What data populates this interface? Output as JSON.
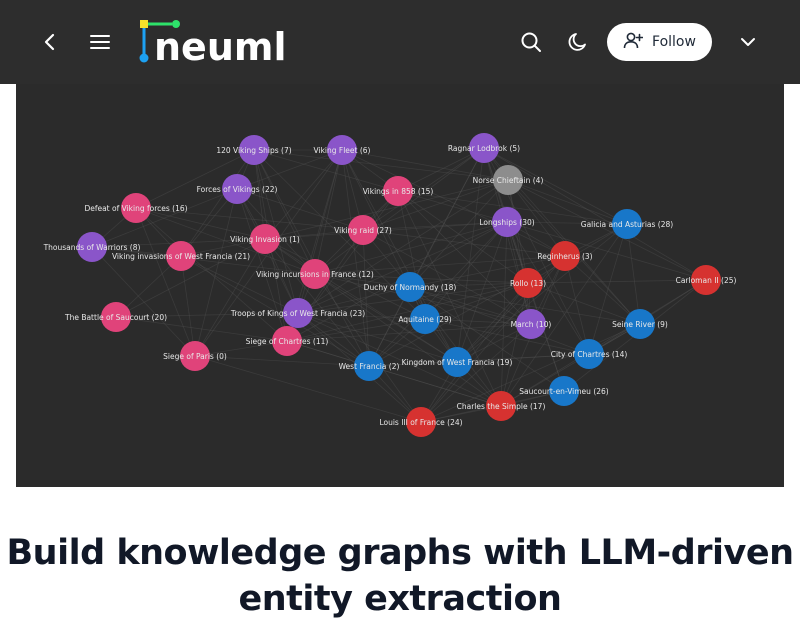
{
  "header": {
    "brand": "neuml",
    "follow_label": "Follow",
    "colors": {
      "bar": "#2d2d2d",
      "logo_text": "#ffffff",
      "accent_green": "#2ee26a",
      "accent_yellow": "#f5e12a",
      "accent_blue": "#1da1f2"
    }
  },
  "graph": {
    "nodes": [
      {
        "label": "120 Viking Ships (7)",
        "group": "purple"
      },
      {
        "label": "Viking Fleet (6)",
        "group": "purple"
      },
      {
        "label": "Ragnar Lodbrok (5)",
        "group": "purple"
      },
      {
        "label": "Norse Chieftain (4)",
        "group": "gray"
      },
      {
        "label": "Forces of Vikings (22)",
        "group": "purple"
      },
      {
        "label": "Vikings in 858 (15)",
        "group": "pink"
      },
      {
        "label": "Defeat of Viking forces (16)",
        "group": "pink"
      },
      {
        "label": "Longships (30)",
        "group": "purple"
      },
      {
        "label": "Galicia and Asturias (28)",
        "group": "blue"
      },
      {
        "label": "Viking Invasion (1)",
        "group": "pink"
      },
      {
        "label": "Viking raid (27)",
        "group": "pink"
      },
      {
        "label": "Thousands of Warriors (8)",
        "group": "purple"
      },
      {
        "label": "Viking invasions of West Francia (21)",
        "group": "pink"
      },
      {
        "label": "Reginherus (3)",
        "group": "red"
      },
      {
        "label": "Viking incursions in France (12)",
        "group": "pink"
      },
      {
        "label": "Carloman II (25)",
        "group": "red"
      },
      {
        "label": "Rollo (13)",
        "group": "red"
      },
      {
        "label": "Duchy of Normandy (18)",
        "group": "blue"
      },
      {
        "label": "The Battle of Saucourt (20)",
        "group": "pink"
      },
      {
        "label": "Troops of Kings of West Francia (23)",
        "group": "purple"
      },
      {
        "label": "Aquitaine (29)",
        "group": "blue"
      },
      {
        "label": "March (10)",
        "group": "purple"
      },
      {
        "label": "Seine River (9)",
        "group": "blue"
      },
      {
        "label": "Siege of Chartres (11)",
        "group": "pink"
      },
      {
        "label": "Siege of Paris (0)",
        "group": "pink"
      },
      {
        "label": "City of Chartres (14)",
        "group": "blue"
      },
      {
        "label": "Kingdom of West Francia (19)",
        "group": "blue"
      },
      {
        "label": "West Francia (2)",
        "group": "blue"
      },
      {
        "label": "Saucourt-en-Vimeu (26)",
        "group": "blue"
      },
      {
        "label": "Charles the Simple (17)",
        "group": "red"
      },
      {
        "label": "Louis III of France (24)",
        "group": "red"
      }
    ],
    "group_colors": {
      "purple": "#8a55c9",
      "pink": "#e0437a",
      "red": "#d63230",
      "blue": "#1877c9",
      "gray": "#8d8d8d"
    }
  },
  "article": {
    "title": "Build knowledge graphs with LLM-driven entity extraction"
  }
}
